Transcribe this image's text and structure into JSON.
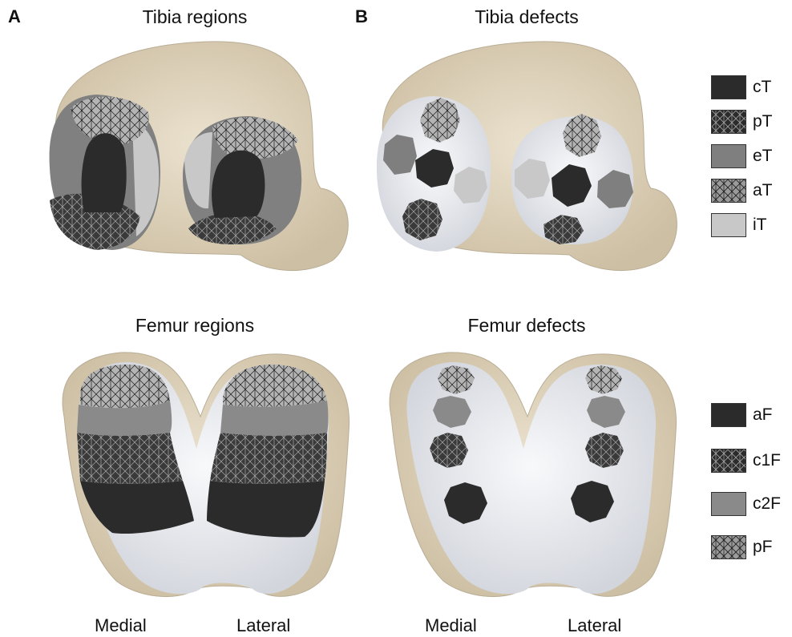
{
  "panels": {
    "a": "A",
    "b": "B"
  },
  "titles": {
    "tibia_regions": "Tibia regions",
    "tibia_defects": "Tibia defects",
    "femur_regions": "Femur regions",
    "femur_defects": "Femur defects"
  },
  "sides": {
    "medial_a": "Medial",
    "lateral_a": "Lateral",
    "medial_b": "Medial",
    "lateral_b": "Lateral"
  },
  "tibia_legend": [
    {
      "label": "cT",
      "fill": "#2b2b2b",
      "pattern": false
    },
    {
      "label": "pT",
      "fill": "#2b2b2b",
      "pattern": true
    },
    {
      "label": "eT",
      "fill": "#7f7f7f",
      "pattern": false
    },
    {
      "label": "aT",
      "fill": "#9a9a9a",
      "pattern": true
    },
    {
      "label": "iT",
      "fill": "#c8c8c8",
      "pattern": false
    }
  ],
  "femur_legend": [
    {
      "label": "aF",
      "fill": "#2b2b2b",
      "pattern": false
    },
    {
      "label": "c1F",
      "fill": "#2b2b2b",
      "pattern": true
    },
    {
      "label": "c2F",
      "fill": "#8a8a8a",
      "pattern": false
    },
    {
      "label": "pF",
      "fill": "#9a9a9a",
      "pattern": true
    }
  ],
  "colors": {
    "bone": "#e3d8c3",
    "cartilage": "#eef0f4",
    "mesh": "#1a1a1a"
  }
}
